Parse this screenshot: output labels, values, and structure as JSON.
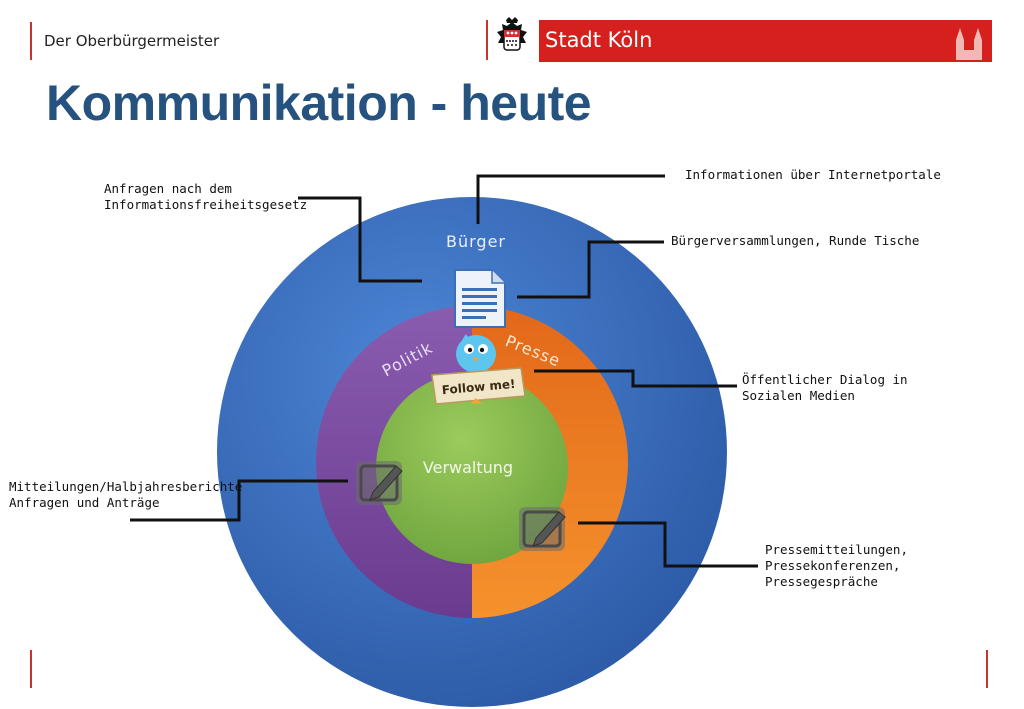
{
  "header": {
    "org_label": "Der Oberbürgermeister",
    "logo_text": "Stadt Köln",
    "title": "Kommunikation - heute"
  },
  "colors": {
    "title": "#25527f",
    "logo_red": "#d6201e",
    "outer_ring": "#3f76c6",
    "politik": "#7b4ca0",
    "presse": "#f07d22",
    "verwaltung": "#7fb44a"
  },
  "diagram": {
    "outer_label": "Bürger",
    "ring_left_label": "Politik",
    "ring_right_label": "Presse",
    "center_label": "Verwaltung",
    "badge_text": "Follow me!"
  },
  "callouts": {
    "internet": "Informationen über Internetportale",
    "ifg_line1": "Anfragen nach dem",
    "ifg_line2": "Informationsfreiheitsgesetz",
    "versammlungen": "Bürgerversammlungen, Runde Tische",
    "social_line1": "Öffentlicher Dialog in",
    "social_line2": "Sozialen Medien",
    "politik_line1": "Mitteilungen/Halbjahresberichte",
    "politik_line2": "Anfragen und Anträge",
    "presse_line1": "Pressemitteilungen,",
    "presse_line2": "Pressekonferenzen,",
    "presse_line3": "Pressegespräche"
  },
  "icons": [
    "document-icon",
    "twitter-bird-icon",
    "edit-icon"
  ]
}
